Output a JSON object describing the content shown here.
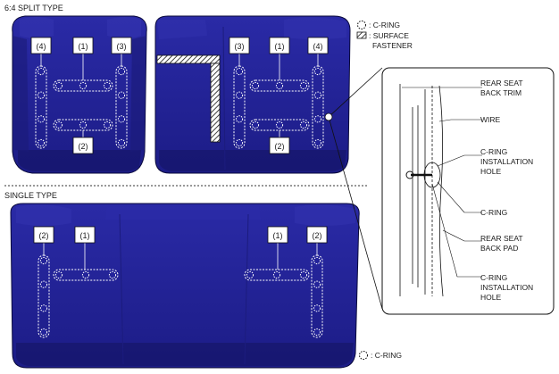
{
  "sections": {
    "split_type": "6:4 SPLIT TYPE",
    "single_type": "SINGLE TYPE"
  },
  "legend": {
    "c_ring": ": C-RING",
    "surface_fastener_1": ": SURFACE",
    "surface_fastener_2": "FASTENER",
    "c_ring_bottom": ": C-RING"
  },
  "split_left_labels": [
    "(4)",
    "(1)",
    "(3)",
    "(2)"
  ],
  "split_right_labels": [
    "(3)",
    "(1)",
    "(4)",
    "(2)"
  ],
  "single_labels": [
    "(2)",
    "(1)",
    "(1)",
    "(2)"
  ],
  "detail_callouts": {
    "rear_seat_back_trim_1": "REAR SEAT",
    "rear_seat_back_trim_2": "BACK TRIM",
    "wire": "WIRE",
    "install_hole_a_1": "C-RING",
    "install_hole_a_2": "INSTALLATION",
    "install_hole_a_3": "HOLE",
    "c_ring": "C-RING",
    "rear_seat_back_pad_1": "REAR SEAT",
    "rear_seat_back_pad_2": "BACK PAD",
    "install_hole_b_1": "C-RING",
    "install_hole_b_2": "INSTALLATION",
    "install_hole_b_3": "HOLE"
  },
  "colors": {
    "seat_fill": "#23239a",
    "seat_dark": "#16166e",
    "seat_light": "#3a3ab4",
    "outline": "#0a0a3a"
  }
}
